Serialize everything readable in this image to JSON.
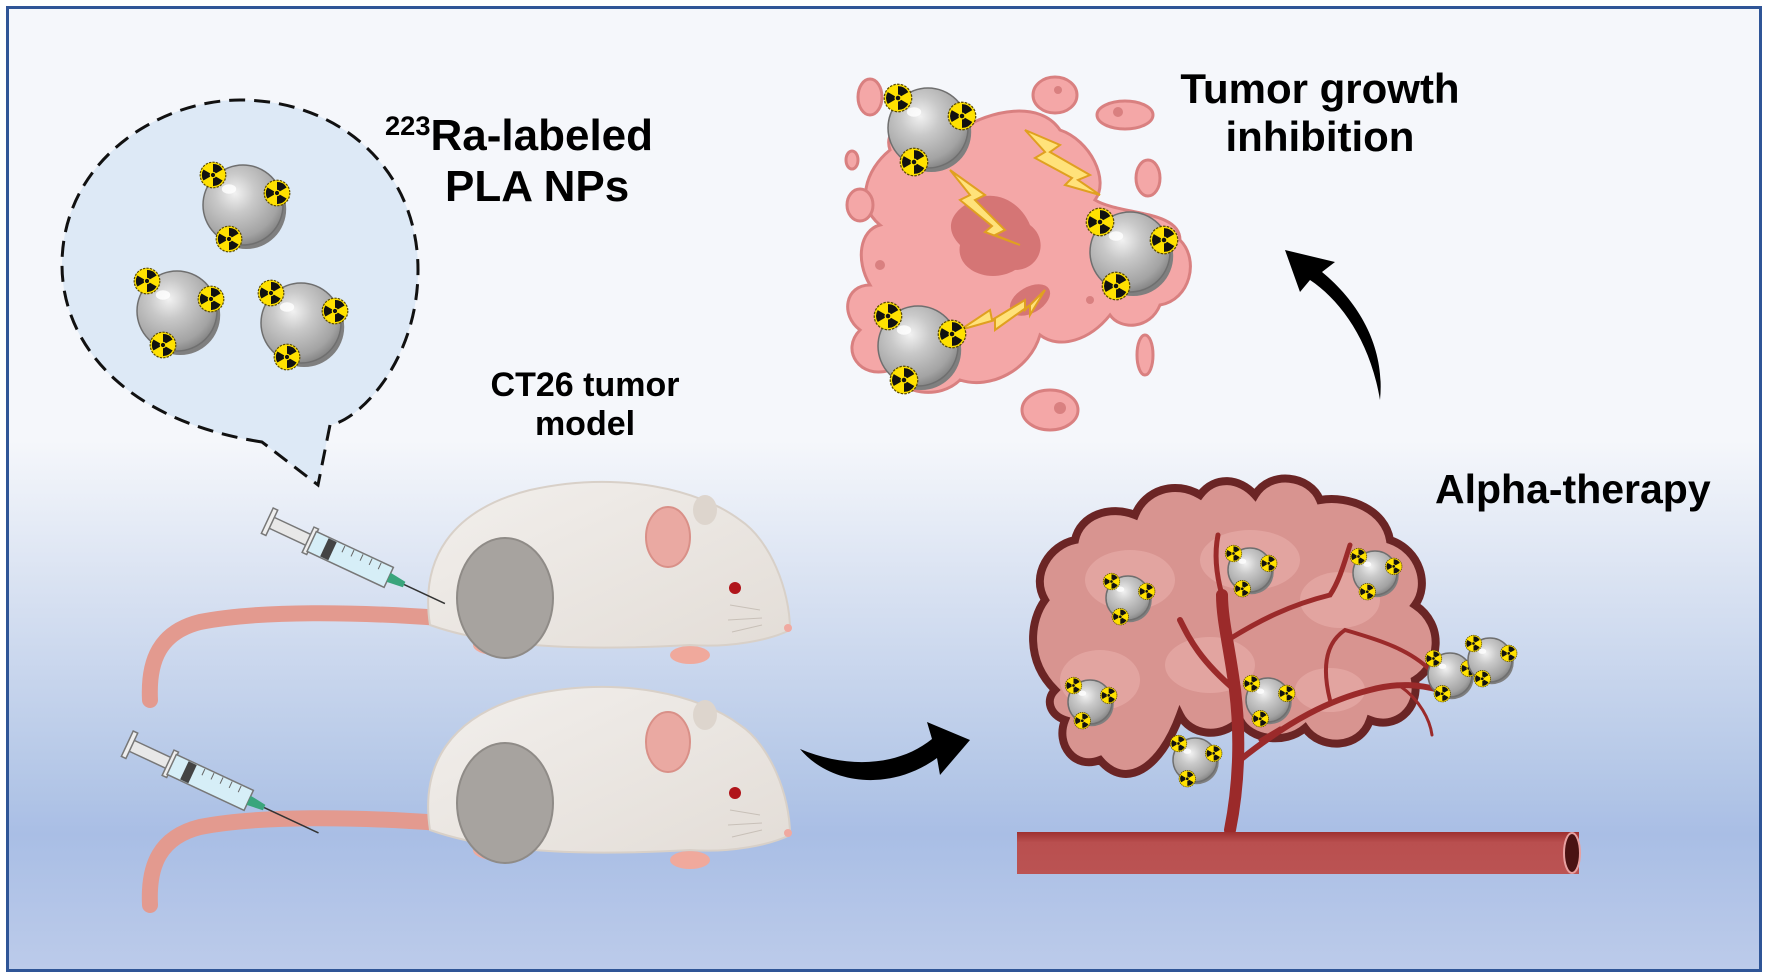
{
  "figure": {
    "type": "graphical abstract",
    "labels": {
      "nanoparticles": {
        "superscript": "223",
        "line1_rest": "Ra-labeled",
        "line2": "PLA NPs"
      },
      "tumor_model": {
        "line1": "CT26 tumor",
        "line2": "model"
      },
      "alpha_therapy": "Alpha-therapy",
      "outcome": {
        "line1": "Tumor growth",
        "line2": "inhibition"
      }
    },
    "panels": [
      {
        "id": "np-bubble",
        "description": "Dashed speech bubble containing three radiolabeled nanoparticles",
        "nanoparticle_count": 3
      },
      {
        "id": "mice",
        "description": "Two mice with flank tumors receiving tail-vein injections",
        "mouse_count": 2,
        "syringe_count": 2
      },
      {
        "id": "tumor-vasculature",
        "description": "Tumor mass with branching blood vessel and accumulated nanoparticles",
        "nanoparticle_count": 8
      },
      {
        "id": "tumor-destruction",
        "description": "Fragmented tumor cell hit by alpha particles from nanoparticles",
        "nanoparticle_count": 3,
        "lightning_count": 3
      }
    ],
    "flow": [
      "mice",
      "tumor-vasculature",
      "tumor-destruction"
    ],
    "colors": {
      "frame_border": "#2f5597",
      "radiation_yellow": "#ffe100",
      "tumor_pink": "#f4a7a7",
      "tumor_tissue": "#d98f8a",
      "vessel_red": "#b94f4f",
      "vessel_outline": "#6b2525",
      "nanoparticle_gray": "#bfbfbf",
      "bubble_fill": "#dde9f6"
    }
  }
}
